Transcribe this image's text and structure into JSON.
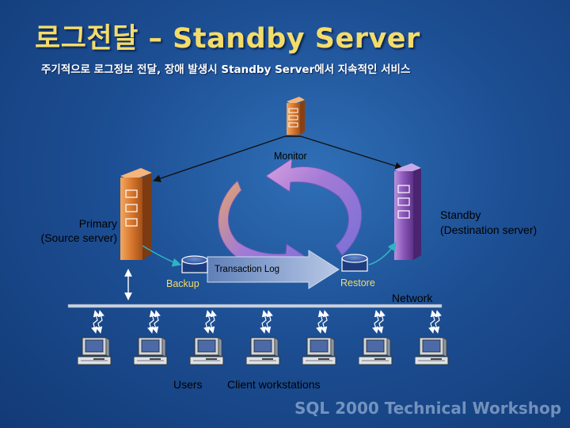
{
  "slide": {
    "title": "로그전달 – Standby Server",
    "subtitle": "주기적으로 로그정보 전달, 장애 발생시 Standby Server에서 지속적인 서비스",
    "footer": "SQL 2000 Technical Workshop"
  },
  "diagram": {
    "monitor_label": "Monitor",
    "primary_label_line1": "Primary",
    "primary_label_line2": "(Source server)",
    "standby_label_line1": "Standby",
    "standby_label_line2": "(Destination server)",
    "transaction_log_label": "Transaction Log",
    "backup_label": "Backup",
    "restore_label": "Restore",
    "network_label": "Network",
    "users_label": "Users",
    "client_label": "Client workstations",
    "workstation_count": 7
  },
  "colors": {
    "background": "#1d4f94",
    "title": "#f4dc6a",
    "monitor_server": "#e0823a",
    "primary_server": "#d9782e",
    "standby_server": "#8a56b8",
    "cycle_arrow": "#8f6fd0",
    "transfer_arrow": "#a7b8d8",
    "network_line": "#c8d2e2"
  }
}
